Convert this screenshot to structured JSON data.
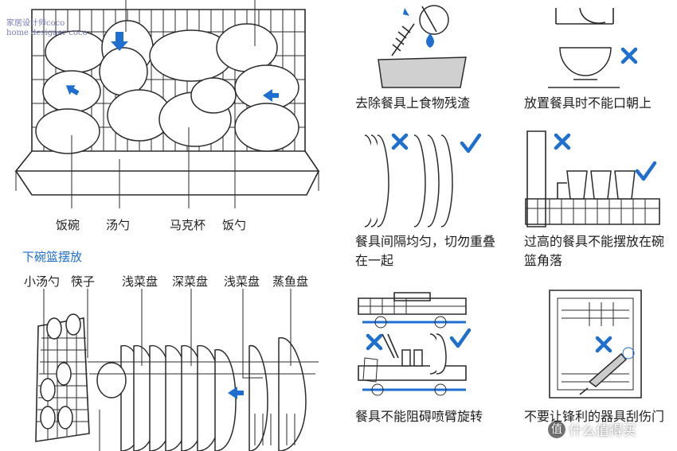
{
  "watermark": {
    "line1": "家居设计师coco",
    "line2": "home designer coco"
  },
  "upper_rack": {
    "labels": {
      "bowl": "饭碗",
      "soup_spoon": "汤勺",
      "mug": "马克杯",
      "rice_spoon": "饭勺"
    }
  },
  "lower_rack": {
    "title": "下碗篮摆放",
    "labels": {
      "small_spoon": "小汤勺",
      "chopsticks": "筷子",
      "shallow_plate_1": "浅菜盘",
      "deep_plate": "深菜盘",
      "shallow_plate_2": "浅菜盘",
      "fish_plate": "蒸鱼盘"
    }
  },
  "tips": [
    {
      "text": "去除餐具上食物残渣"
    },
    {
      "text": "放置餐具时不能口朝上"
    },
    {
      "text": "餐具间隔均匀，切勿重叠在一起"
    },
    {
      "text": "过高的餐具不能摆放在碗篮角落"
    },
    {
      "text": "餐具不能阻碍喷臂旋转"
    },
    {
      "text": "不要让锋利的器具刮伤门"
    }
  ],
  "site_mark": "什么值得买",
  "colors": {
    "accent": "#1f6fd1",
    "line": "#2b2b2b"
  }
}
